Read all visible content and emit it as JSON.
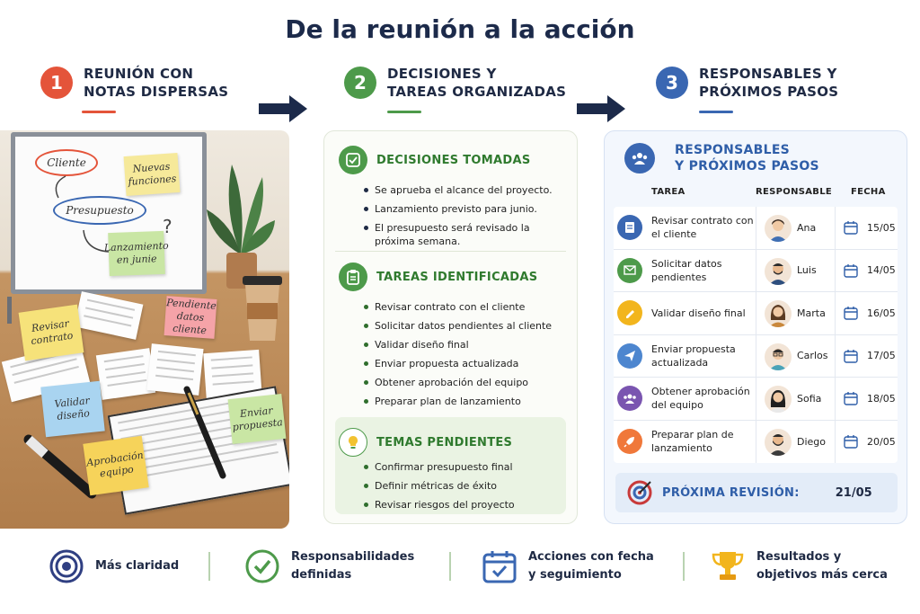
{
  "title": "De la reunión a la acción",
  "steps": [
    {
      "num": "1",
      "line1": "REUNIÓN CON",
      "line2": "NOTAS DISPERSAS",
      "color": "#e4543a"
    },
    {
      "num": "2",
      "line1": "DECISIONES Y",
      "line2": "TAREAS ORGANIZADAS",
      "color": "#4d9a4a"
    },
    {
      "num": "3",
      "line1": "RESPONSABLES Y",
      "line2": "PRÓXIMOS PASOS",
      "color": "#3a67b2"
    }
  ],
  "illustration": {
    "board": {
      "cliente": "Cliente",
      "nuevas": "Nuevas funciones",
      "presupuesto": "Presupuesto",
      "lanzamiento": "Lanzamiento en junie",
      "question": "?"
    },
    "notes": {
      "revisar": "Revisar contrato",
      "pendiente": "Pendiente datos cliente",
      "validar": "Validar diseño",
      "enviar": "Enviar propuesta",
      "aprobacion": "Aprobación equipo"
    }
  },
  "decisions": {
    "title": "DECISIONES TOMADAS",
    "items": [
      "Se aprueba el alcance del proyecto.",
      "Lanzamiento previsto para junio.",
      "El presupuesto será revisado la próxima semana."
    ]
  },
  "tasks": {
    "title": "TAREAS IDENTIFICADAS",
    "items": [
      "Revisar contrato con el cliente",
      "Solicitar datos pendientes al cliente",
      "Validar diseño final",
      "Enviar propuesta actualizada",
      "Obtener aprobación del equipo",
      "Preparar plan de lanzamiento"
    ]
  },
  "pending": {
    "title": "TEMAS PENDIENTES",
    "items": [
      "Confirmar presupuesto final",
      "Definir métricas de éxito",
      "Revisar riesgos del proyecto"
    ]
  },
  "responsables": {
    "title_line1": "RESPONSABLES",
    "title_line2": "Y PRÓXIMOS PASOS",
    "col_task": "TAREA",
    "col_person": "RESPONSABLE",
    "col_date": "FECHA",
    "rows": [
      {
        "task": "Revisar contrato con el cliente",
        "person": "Ana",
        "date": "15/05",
        "icon": "document-icon",
        "color": "#3a67b2"
      },
      {
        "task": "Solicitar datos pendientes",
        "person": "Luis",
        "date": "14/05",
        "icon": "mail-icon",
        "color": "#4d9a4a"
      },
      {
        "task": "Validar diseño final",
        "person": "Marta",
        "date": "16/05",
        "icon": "pencil-icon",
        "color": "#f2b51d"
      },
      {
        "task": "Enviar propuesta actualizada",
        "person": "Carlos",
        "date": "17/05",
        "icon": "send-icon",
        "color": "#4d86cf"
      },
      {
        "task": "Obtener aprobación del equipo",
        "person": "Sofia",
        "date": "18/05",
        "icon": "team-icon",
        "color": "#7a55b0"
      },
      {
        "task": "Preparar plan de lanzamiento",
        "person": "Diego",
        "date": "20/05",
        "icon": "rocket-icon",
        "color": "#f0783a"
      }
    ],
    "review_label": "PRÓXIMA REVISIÓN:",
    "review_date": "21/05"
  },
  "footer": [
    {
      "line1": "Más claridad",
      "line2": "",
      "icon": "target-icon"
    },
    {
      "line1": "Responsabilidades",
      "line2": "definidas",
      "icon": "check-circle-icon"
    },
    {
      "line1": "Acciones con fecha",
      "line2": "y seguimiento",
      "icon": "calendar-check-icon"
    },
    {
      "line1": "Resultados y",
      "line2": "objetivos más cerca",
      "icon": "trophy-icon"
    }
  ]
}
